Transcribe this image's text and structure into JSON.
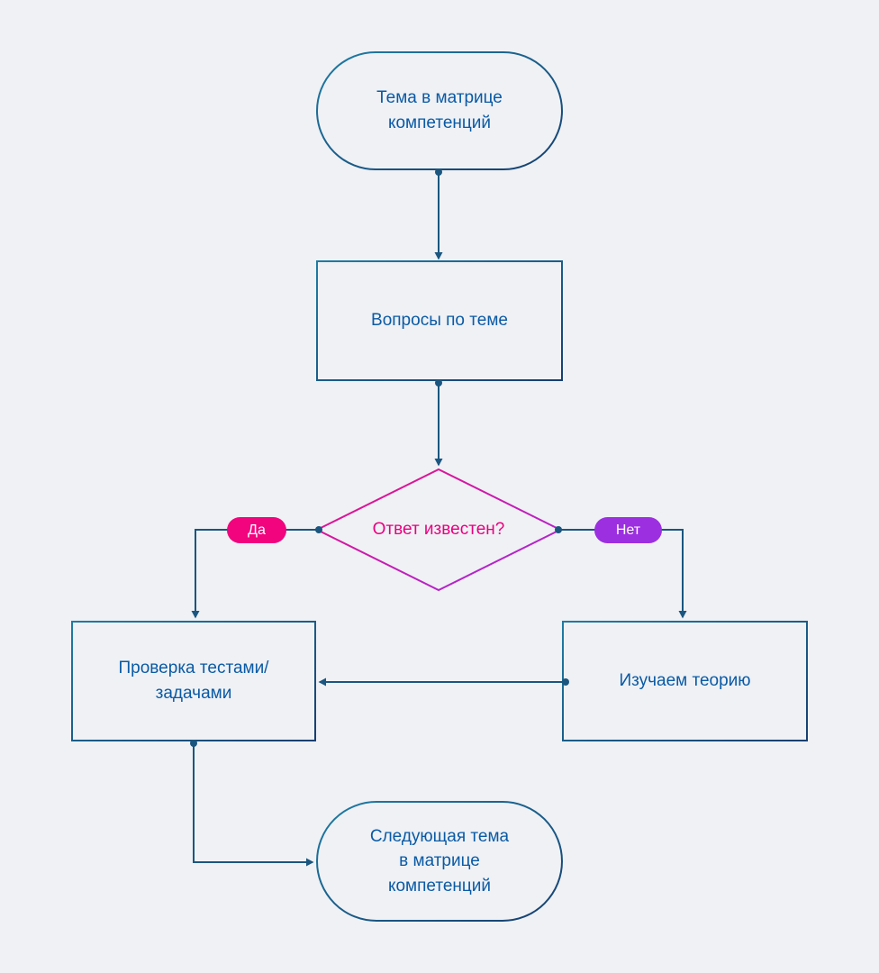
{
  "colors": {
    "background": "#eff1f5",
    "node_border_start": "#1f7ca3",
    "node_border_end": "#173f6f",
    "node_text": "#0a5aa5",
    "connector": "#1a567f",
    "diamond_start": "#ee0d7e",
    "diamond_end": "#a22ce0",
    "decision_text": "#e8007f",
    "yes_badge_bg": "#f1047e",
    "no_badge_bg": "#9c2fe0",
    "badge_text": "#ffffff"
  },
  "diagram": {
    "start": {
      "label": "Тема в матрице\nкомпетенций"
    },
    "questions": {
      "label": "Вопросы по теме"
    },
    "decision": {
      "label": "Ответ известен?"
    },
    "yes_badge": {
      "label": "Да"
    },
    "no_badge": {
      "label": "Нет"
    },
    "check": {
      "label": "Проверка тестами/\nзадачами"
    },
    "theory": {
      "label": "Изучаем теорию"
    },
    "next": {
      "label": "Следующая тема\nв матрице\nкомпетенций"
    }
  }
}
